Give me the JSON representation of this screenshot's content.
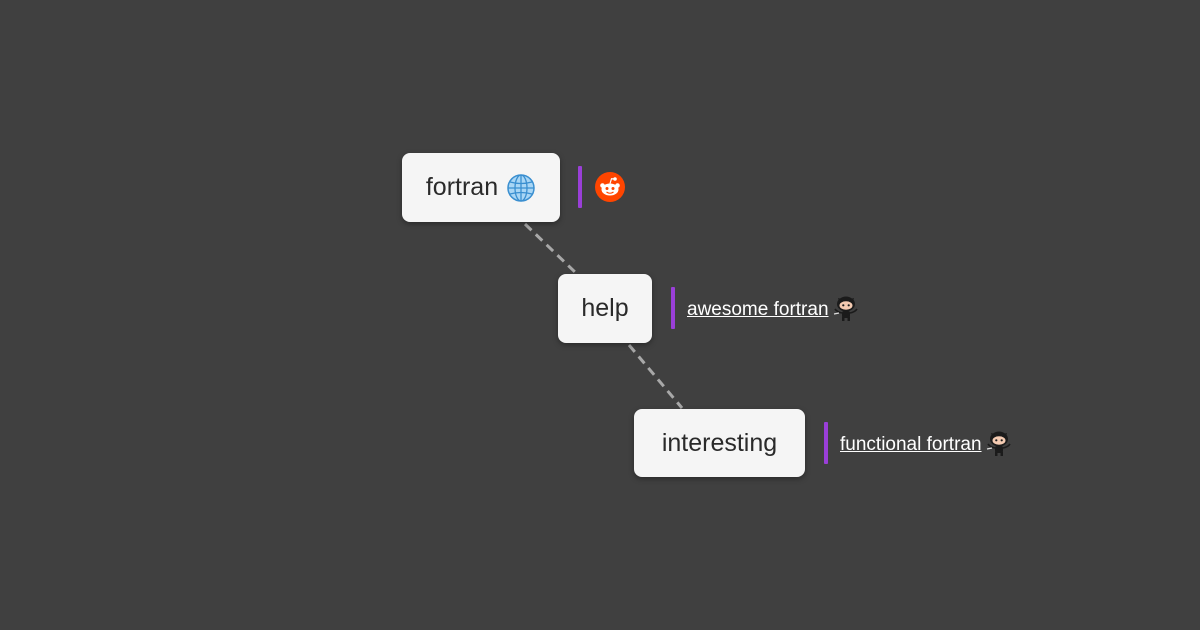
{
  "nodes": [
    {
      "label": "fortran",
      "icon": "globe-icon"
    },
    {
      "label": "help"
    },
    {
      "label": "interesting"
    }
  ],
  "links": {
    "fortran": {
      "icon": "reddit-icon"
    },
    "help": {
      "text": "awesome fortran",
      "icon": "github-octocat-icon"
    },
    "interesting": {
      "text": "functional fortran",
      "icon": "github-octocat-icon"
    }
  },
  "colors": {
    "background": "#404040",
    "node_fill": "#f5f5f5",
    "accent_bar": "#9a3fd8",
    "edge": "#a8a8a8",
    "reddit": "#ff4500"
  }
}
